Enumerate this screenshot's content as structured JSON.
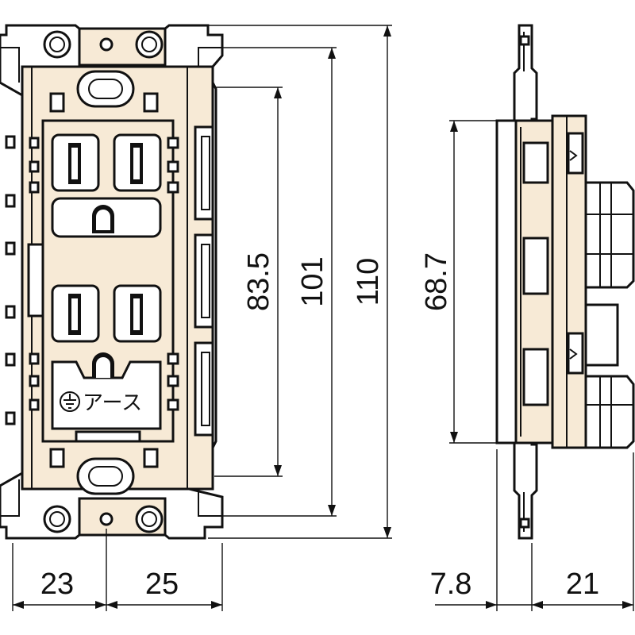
{
  "dimensions": {
    "width_left": "23",
    "width_right": "25",
    "height_inner": "83.5",
    "height_mid": "101",
    "height_total": "110",
    "side_height": "68.7",
    "side_front": "7.8",
    "side_depth": "21"
  },
  "label": {
    "earth": "アース"
  },
  "colors": {
    "body": "#f7ead6",
    "line": "#111111"
  }
}
